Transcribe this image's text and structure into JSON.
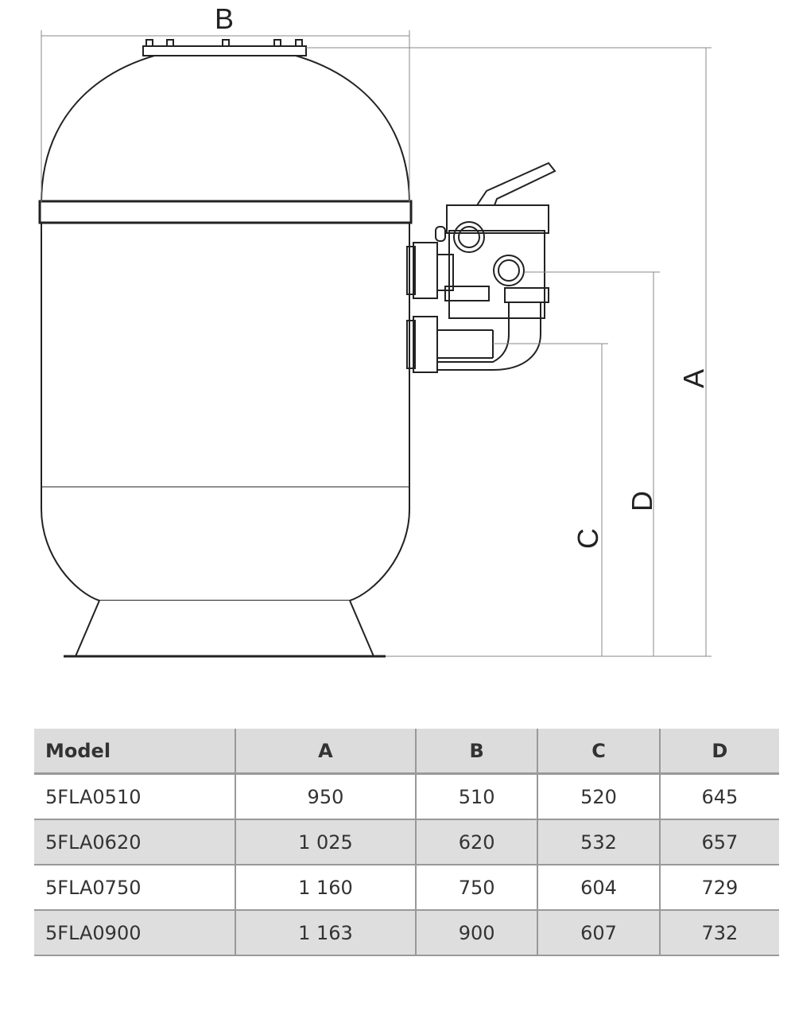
{
  "drawing": {
    "labels": {
      "A": "A",
      "B": "B",
      "C": "C",
      "D": "D"
    }
  },
  "table": {
    "headers": [
      "Model",
      "A",
      "B",
      "C",
      "D"
    ],
    "rows": [
      [
        "5FLA0510",
        "950",
        "510",
        "520",
        "645"
      ],
      [
        "5FLA0620",
        "1 025",
        "620",
        "532",
        "657"
      ],
      [
        "5FLA0750",
        "1 160",
        "750",
        "604",
        "729"
      ],
      [
        "5FLA0900",
        "1 163",
        "900",
        "607",
        "732"
      ]
    ]
  }
}
